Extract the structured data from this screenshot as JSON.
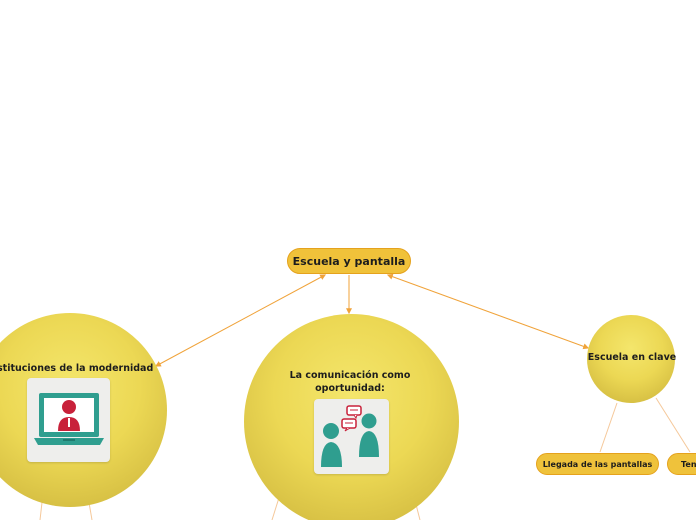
{
  "map": {
    "root": {
      "label": "Escuela y pantalla"
    },
    "topics": [
      {
        "label": "Instituciones de la modernidad",
        "icon": "video-call-laptop-icon"
      },
      {
        "label": "La comunicación como oportunidad:",
        "icon": "conversation-people-icon"
      },
      {
        "label": "Escuela en clave"
      }
    ],
    "subtopics": [
      {
        "label": "Llegada de las pantallas"
      },
      {
        "label": "Tens"
      }
    ]
  },
  "colors": {
    "connector": "#f0a33a",
    "pill_fill": "#f0c23a",
    "pill_border": "#e5a21d",
    "bubble_light": "#f4e66c",
    "bubble_dark": "#b99f36",
    "icon_teal": "#2f9e8f",
    "icon_red": "#c8213a"
  }
}
